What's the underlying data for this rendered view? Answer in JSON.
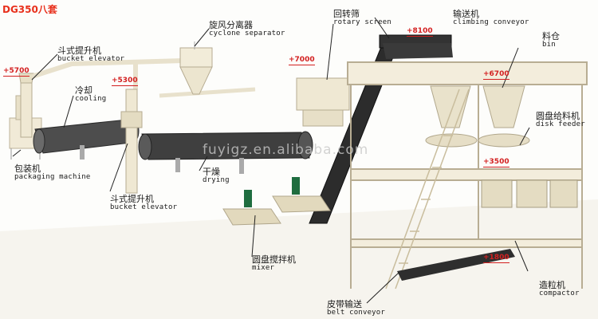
{
  "title": "DG350八套",
  "watermark": "fuyigz.en.alibaba.com",
  "labels": {
    "bucket_elevator_top": {
      "cn": "斗式提升机",
      "en": "bucket elevator"
    },
    "cooling": {
      "cn": "冷却",
      "en": "cooling"
    },
    "cyclone": {
      "cn": "旋风分离器",
      "en": "cyclone separator"
    },
    "rotary_screen": {
      "cn": "回转筛",
      "en": "rotary screen"
    },
    "climbing_conveyor": {
      "cn": "输送机",
      "en": "climbing conveyor"
    },
    "bin": {
      "cn": "料仓",
      "en": "bin"
    },
    "disk_feeder": {
      "cn": "圆盘给料机",
      "en": "disk feeder"
    },
    "packaging": {
      "cn": "包装机",
      "en": "packaging machine"
    },
    "drying": {
      "cn": "干燥",
      "en": "drying"
    },
    "bucket_elevator_bottom": {
      "cn": "斗式提升机",
      "en": "bucket elevator"
    },
    "mixer": {
      "cn": "圆盘搅拌机",
      "en": "mixer"
    },
    "compactor": {
      "cn": "造粒机",
      "en": "compactor"
    },
    "belt_conveyor": {
      "cn": "皮带输送",
      "en": "belt conveyor"
    }
  },
  "elevations": {
    "e5700": "+5700",
    "e5300": "+5300",
    "e7000": "+7000",
    "e8100": "+8100",
    "e6700": "+6700",
    "e3500": "+3500",
    "e1800": "+1800"
  },
  "colors": {
    "steel": "#efe9d8",
    "drum": "#4a4a4a",
    "conveyor": "#2c2c2c",
    "label_accent": "#d32020",
    "title": "#e8301c"
  }
}
